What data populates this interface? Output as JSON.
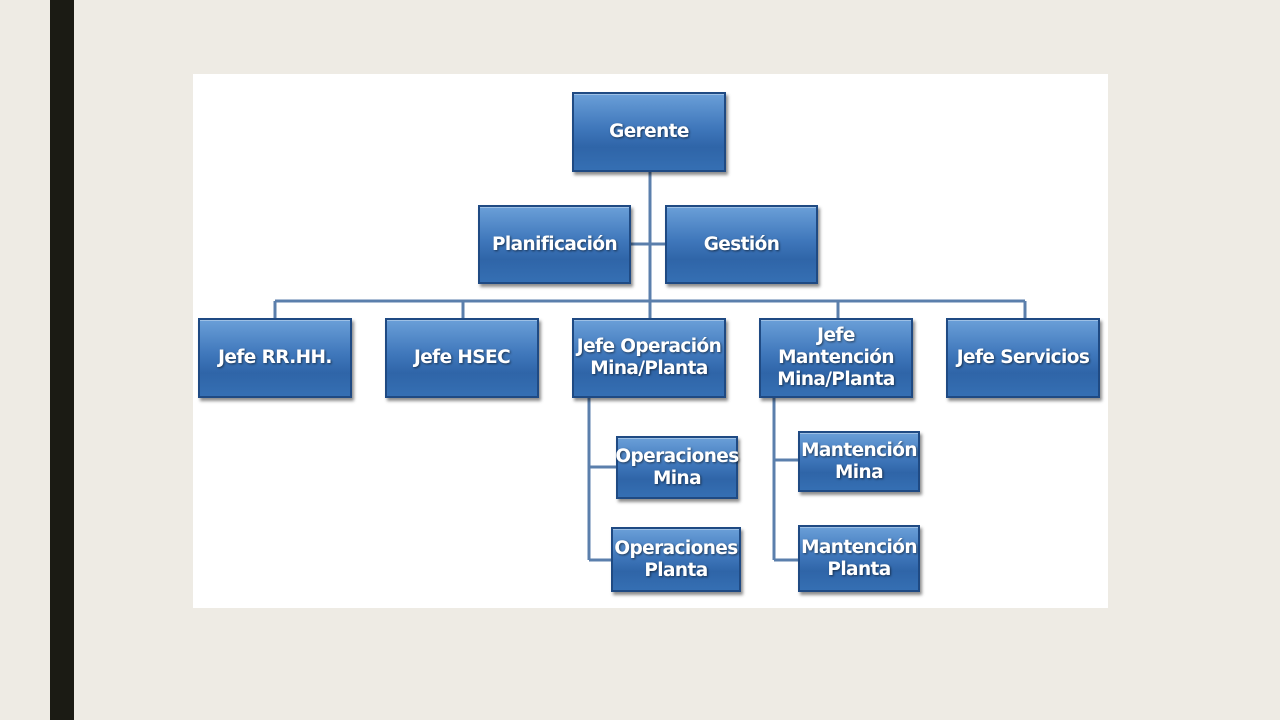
{
  "org_chart": {
    "gerente": "Gerente",
    "planificacion": "Planificación",
    "gestion": "Gestión",
    "jefe_rrhh": "Jefe RR.HH.",
    "jefe_hsec": "Jefe HSEC",
    "jefe_operacion": "Jefe Operación Mina/Planta",
    "jefe_mantencion": "Jefe Mantención Mina/Planta",
    "jefe_servicios": "Jefe Servicios",
    "operaciones_mina": "Operaciones Mina",
    "operaciones_planta": "Operaciones Planta",
    "mantencion_mina": "Mantención Mina",
    "mantencion_planta": "Mantención Planta"
  },
  "colors": {
    "box_fill": "#3f77bb",
    "box_border": "#1f4a83",
    "connector": "#5b7fac",
    "background": "#eeebe4",
    "left_bar": "#1b1b14"
  }
}
